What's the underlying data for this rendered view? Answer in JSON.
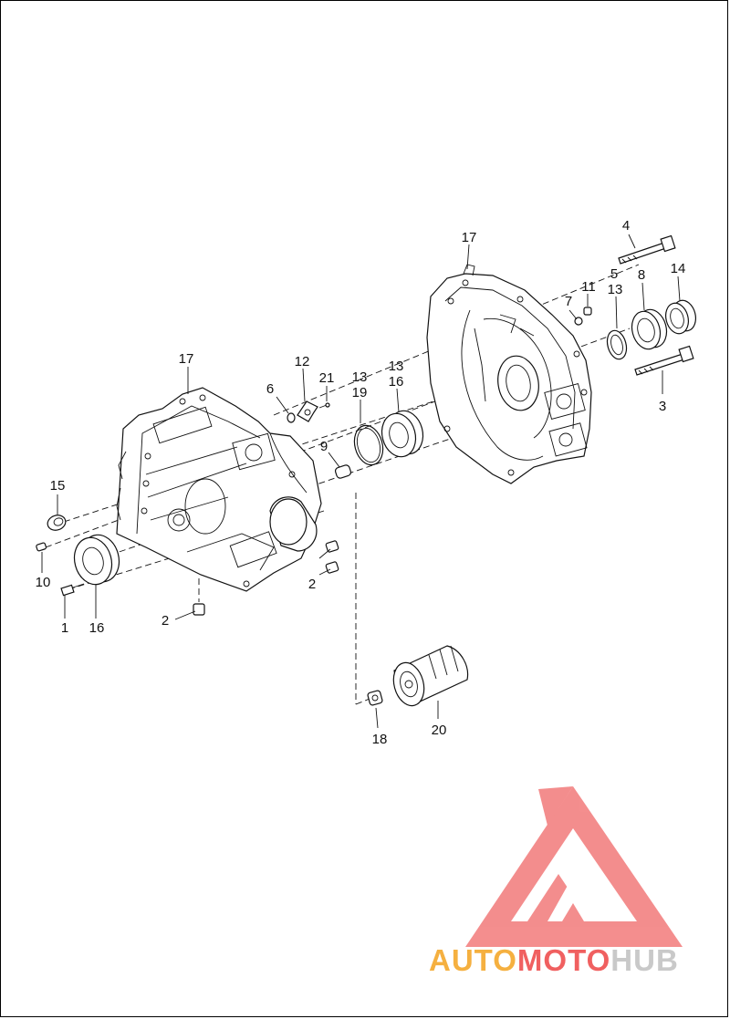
{
  "labels": {
    "l1": "1",
    "l2a": "2",
    "l2b": "2",
    "l3": "3",
    "l4": "4",
    "l5": "5",
    "l6": "6",
    "l7": "7",
    "l8": "8",
    "l9": "9",
    "l10": "10",
    "l11": "11",
    "l12": "12",
    "l13a": "13",
    "l13b": "13",
    "l13c": "13",
    "l14": "14",
    "l15": "15",
    "l16a": "16",
    "l16b": "16",
    "l17a": "17",
    "l17b": "17",
    "l18": "18",
    "l19": "19",
    "l20": "20",
    "l21": "21"
  },
  "watermark": {
    "part1": "AUTO",
    "part2": "MOTO",
    "part3": "HUB",
    "colors": {
      "auto": "#f5b040",
      "moto": "#f06060",
      "hub": "#c9c9c9",
      "logo": "#f27a7a"
    }
  }
}
